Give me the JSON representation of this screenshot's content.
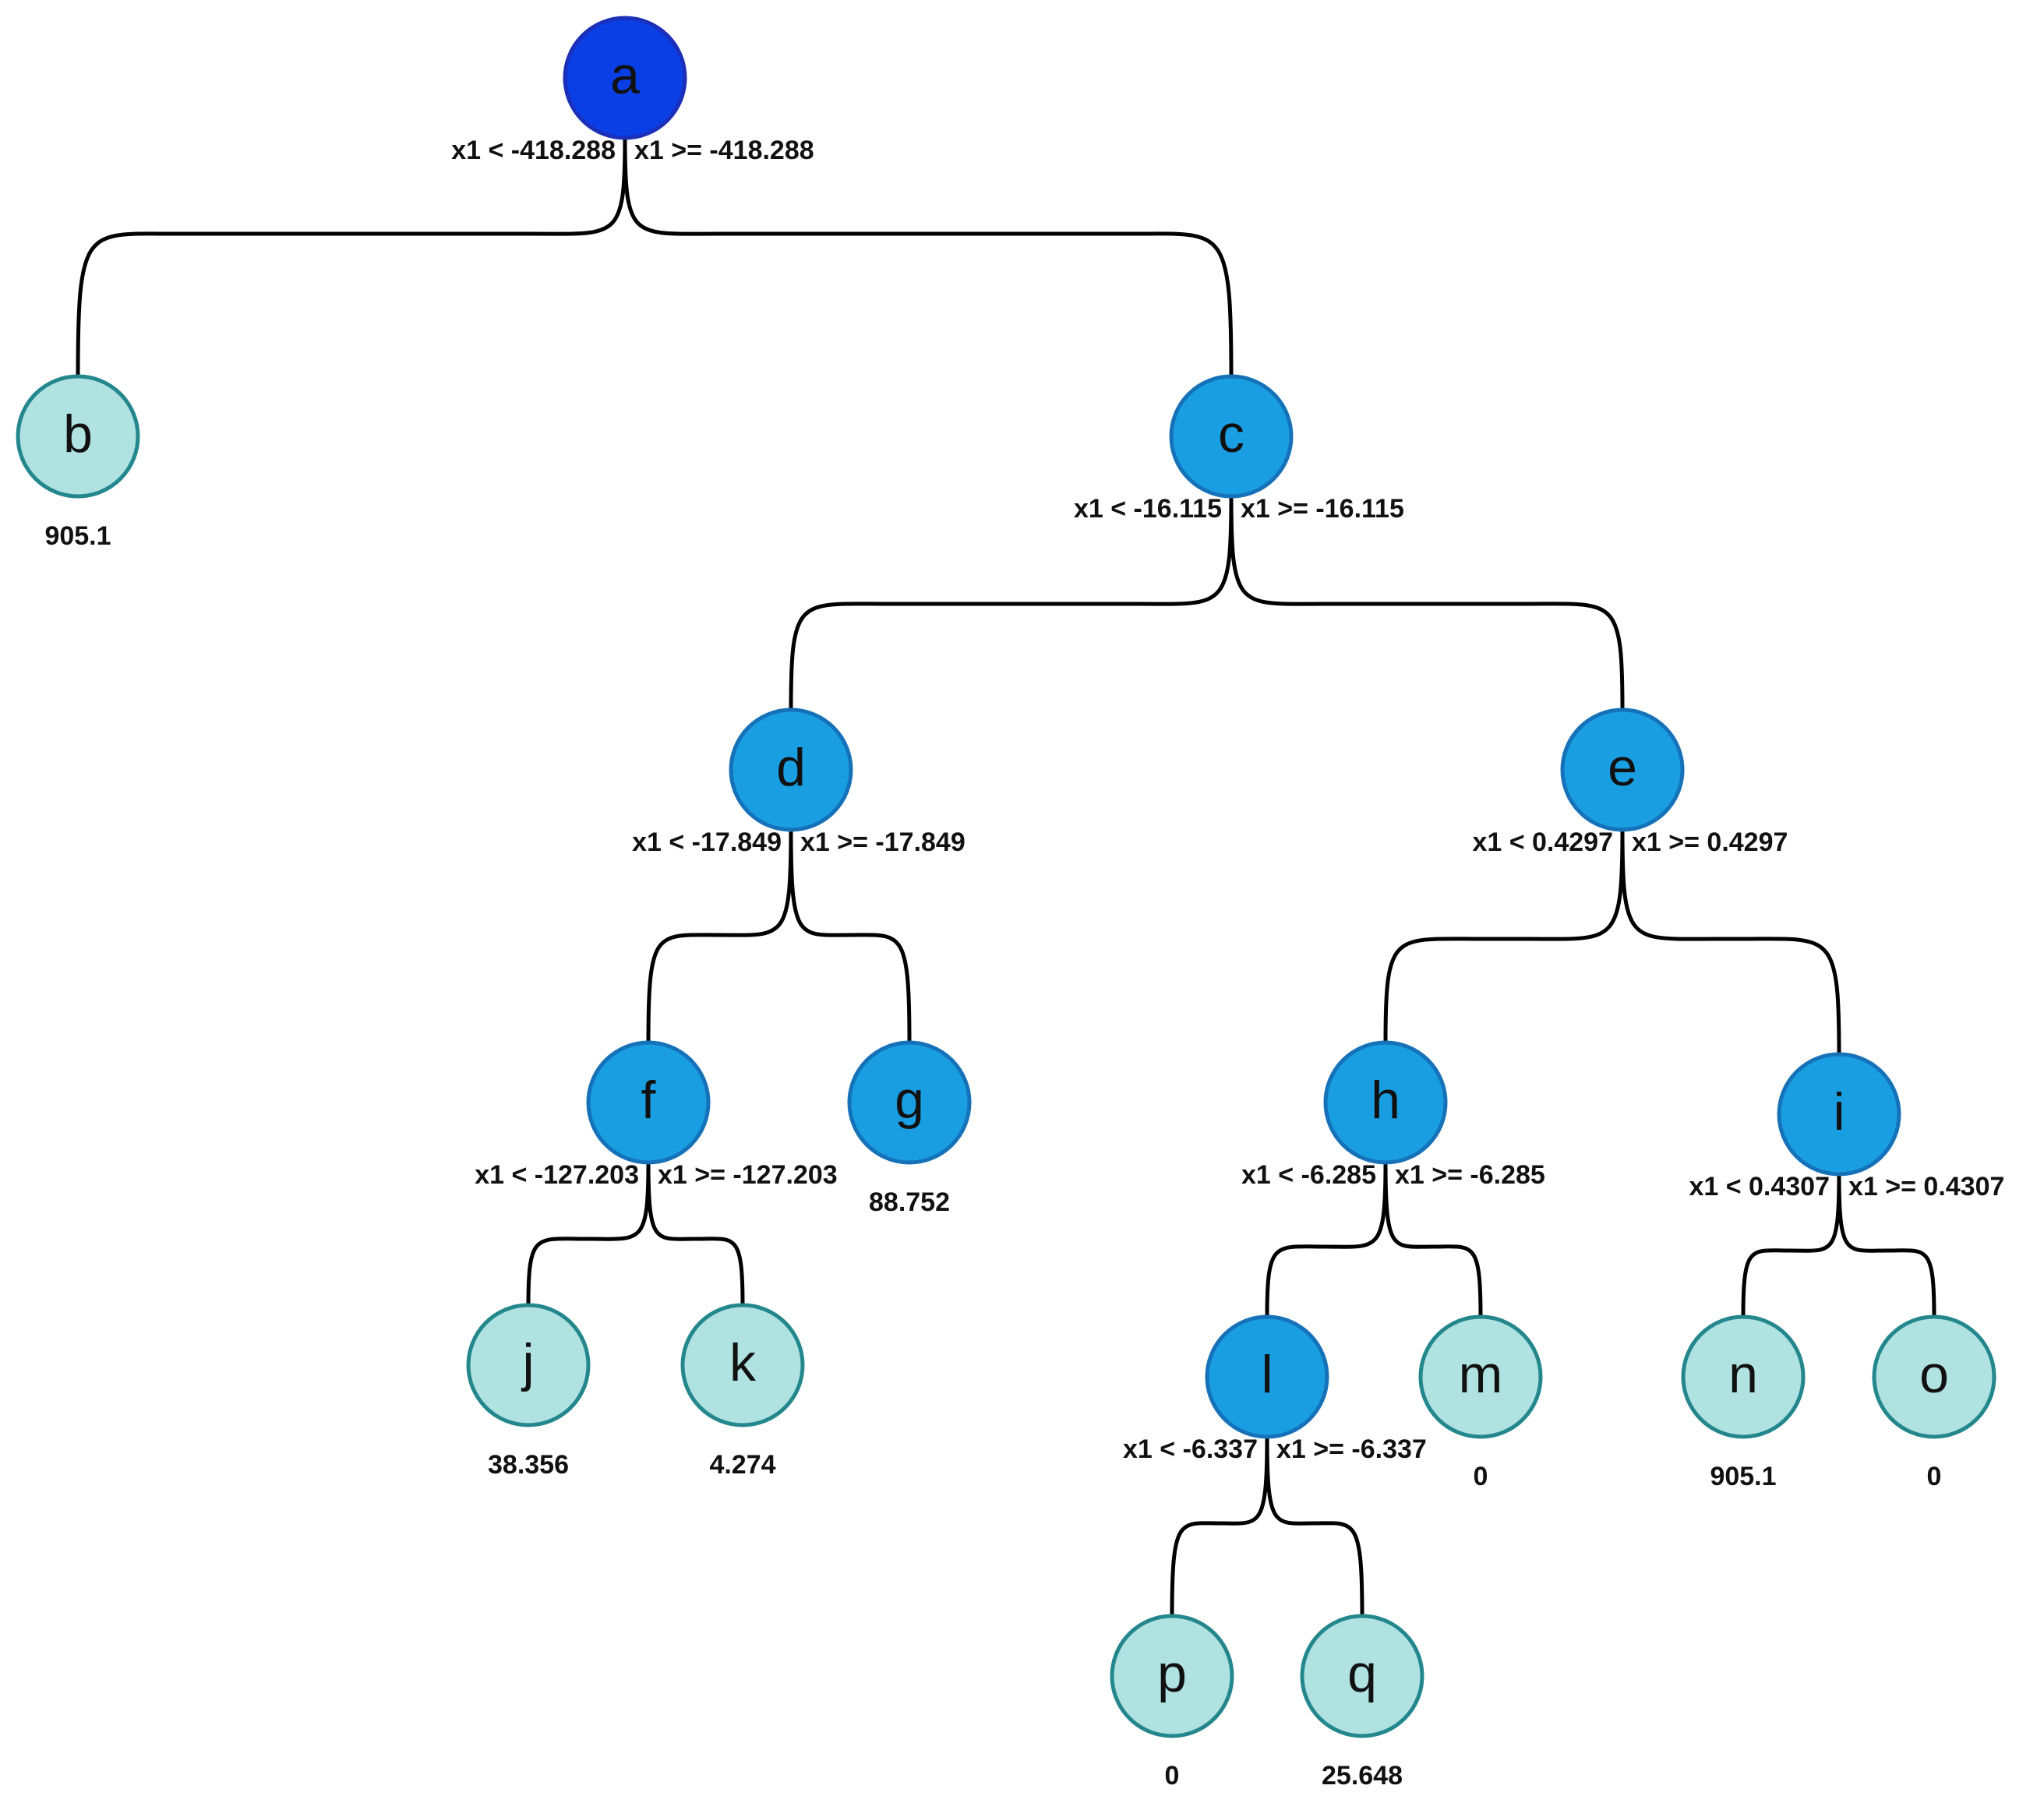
{
  "colors": {
    "root_fill": "#0a3fe6",
    "root_stroke": "#1b2fb8",
    "internal_fill": "#1a9ee2",
    "internal_stroke": "#1572b8",
    "leaf_fill": "#b0e2e2",
    "leaf_stroke": "#23878c",
    "edge": "#000000"
  },
  "nodes": {
    "a": {
      "label": "a",
      "kind": "root"
    },
    "b": {
      "label": "b",
      "kind": "leaf",
      "value": "905.1"
    },
    "c": {
      "label": "c",
      "kind": "internal"
    },
    "d": {
      "label": "d",
      "kind": "internal"
    },
    "e": {
      "label": "e",
      "kind": "internal"
    },
    "f": {
      "label": "f",
      "kind": "internal"
    },
    "g": {
      "label": "g",
      "kind": "internal",
      "value": "88.752"
    },
    "h": {
      "label": "h",
      "kind": "internal"
    },
    "i": {
      "label": "i",
      "kind": "internal"
    },
    "j": {
      "label": "j",
      "kind": "leaf",
      "value": "38.356"
    },
    "k": {
      "label": "k",
      "kind": "leaf",
      "value": "4.274"
    },
    "l": {
      "label": "l",
      "kind": "internal"
    },
    "m": {
      "label": "m",
      "kind": "leaf",
      "value": "0"
    },
    "n": {
      "label": "n",
      "kind": "leaf",
      "value": "905.1"
    },
    "o": {
      "label": "o",
      "kind": "leaf",
      "value": "0"
    },
    "p": {
      "label": "p",
      "kind": "leaf",
      "value": "0"
    },
    "q": {
      "label": "q",
      "kind": "leaf",
      "value": "25.648"
    }
  },
  "edges": [
    {
      "from": "a",
      "to": "b",
      "condition": "x1 < -418.288"
    },
    {
      "from": "a",
      "to": "c",
      "condition": "x1 >= -418.288"
    },
    {
      "from": "c",
      "to": "d",
      "condition": "x1 < -16.115"
    },
    {
      "from": "c",
      "to": "e",
      "condition": "x1 >= -16.115"
    },
    {
      "from": "d",
      "to": "f",
      "condition": "x1 < -17.849"
    },
    {
      "from": "d",
      "to": "g",
      "condition": "x1 >= -17.849"
    },
    {
      "from": "e",
      "to": "h",
      "condition": "x1 < 0.4297"
    },
    {
      "from": "e",
      "to": "i",
      "condition": "x1 >= 0.4297"
    },
    {
      "from": "f",
      "to": "j",
      "condition": "x1 < -127.203"
    },
    {
      "from": "f",
      "to": "k",
      "condition": "x1 >= -127.203"
    },
    {
      "from": "h",
      "to": "l",
      "condition": "x1 < -6.285"
    },
    {
      "from": "h",
      "to": "m",
      "condition": "x1 >= -6.285"
    },
    {
      "from": "i",
      "to": "n",
      "condition": "x1 < 0.4307"
    },
    {
      "from": "i",
      "to": "o",
      "condition": "x1 >= 0.4307"
    },
    {
      "from": "l",
      "to": "p",
      "condition": "x1 < -6.337"
    },
    {
      "from": "l",
      "to": "q",
      "condition": "x1 >= -6.337"
    }
  ]
}
